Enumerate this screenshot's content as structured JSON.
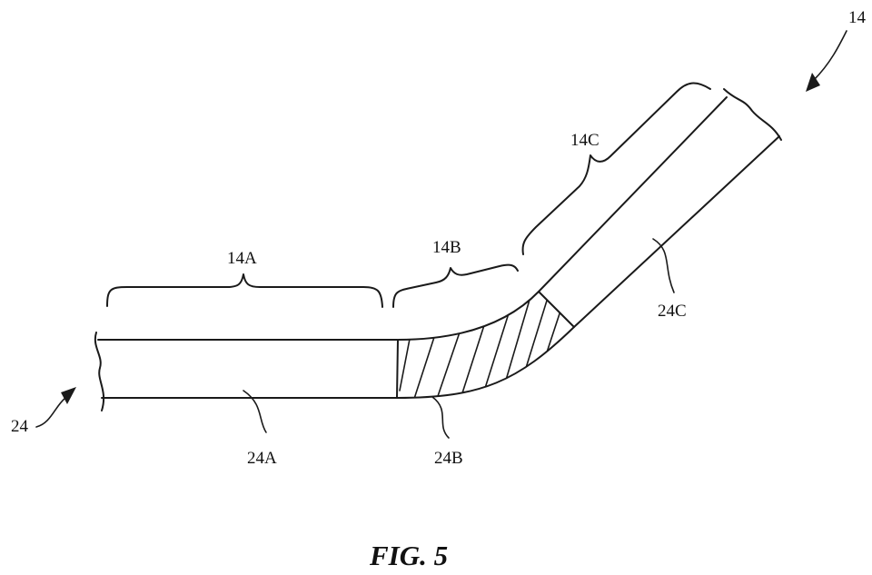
{
  "figure": {
    "caption": "FIG. 5",
    "labels": {
      "device": "14",
      "region_a": "14A",
      "region_b": "14B",
      "region_c": "14C",
      "layer": "24",
      "layer_a": "24A",
      "layer_b": "24B",
      "layer_c": "24C"
    }
  }
}
